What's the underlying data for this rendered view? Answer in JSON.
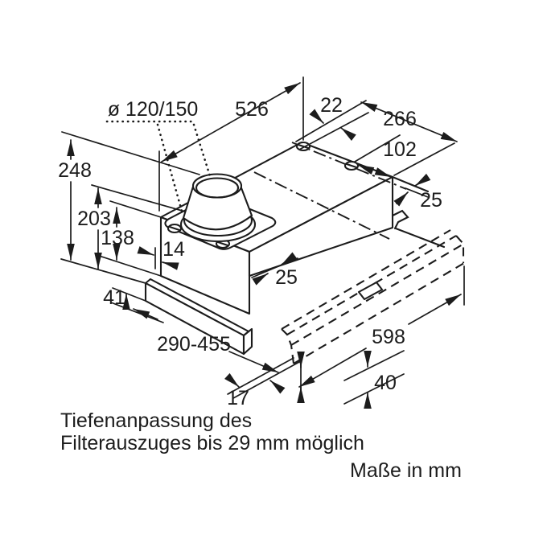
{
  "drawing": {
    "title_hint": "cooker-hood dimension drawing",
    "units_note": "Maße in mm",
    "caption_line1": "Tiefenanpassung des",
    "caption_line2": "Filterauszuges bis 29 mm möglich",
    "colors": {
      "line": "#1c1c1c",
      "background": "#ffffff"
    }
  },
  "dims": {
    "duct": "ø 120/150",
    "d526": "526",
    "d22": "22",
    "d266": "266",
    "d102": "102",
    "d25_top": "25",
    "d248": "248",
    "d203": "203",
    "d138": "138",
    "d14": "14",
    "d25_front": "25",
    "d41": "41",
    "d290_455": "290-455",
    "d598": "598",
    "d17": "17",
    "d40": "40"
  }
}
